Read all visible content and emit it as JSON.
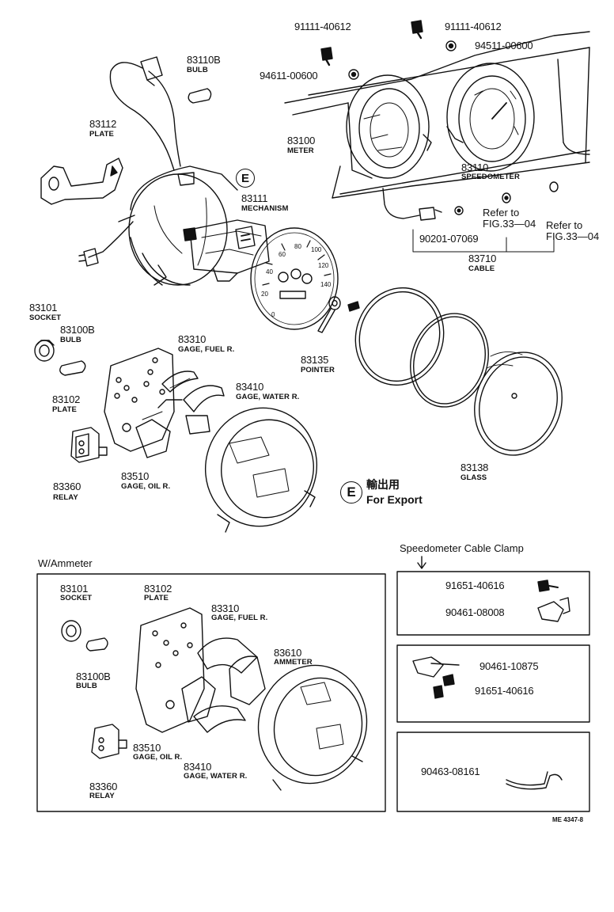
{
  "top": {
    "bolt1": "91111-40612",
    "bolt2": "91111-40612",
    "washer1": "94611-00600",
    "washer2": "94511-00600",
    "bulb_top": {
      "pn": "83110B",
      "name": "BULB"
    },
    "plate_top": {
      "pn": "83112",
      "name": "PLATE"
    },
    "mechanism": {
      "pn": "83111",
      "name": "MECHANISM"
    },
    "meter": {
      "pn": "83100",
      "name": "METER"
    },
    "speedometer": {
      "pn": "83110",
      "name": "SPEEDOMETER"
    },
    "refer1": [
      "Refer to",
      "FIG.33—04"
    ],
    "refer2": [
      "Refer to",
      "FIG.33—04"
    ],
    "cable_part": "90201-07069",
    "cable": {
      "pn": "83710",
      "name": "CABLE"
    },
    "socket": {
      "pn": "83101",
      "name": "SOCKET"
    },
    "bulb": {
      "pn": "83100B",
      "name": "BULB"
    },
    "plate": {
      "pn": "83102",
      "name": "PLATE"
    },
    "gage_fuel": {
      "pn": "83310",
      "name": "GAGE, FUEL R."
    },
    "gage_water": {
      "pn": "83410",
      "name": "GAGE, WATER R."
    },
    "relay": {
      "pn": "83360",
      "name": "RELAY"
    },
    "gage_oil": {
      "pn": "83510",
      "name": "GAGE, OIL R."
    },
    "pointer": {
      "pn": "83135",
      "name": "POINTER"
    },
    "glass": {
      "pn": "83138",
      "name": "GLASS"
    },
    "export_mark": "E",
    "export_jp": "輸出用",
    "export_en": "For Export"
  },
  "ammeter_box": {
    "title": "W/Ammeter",
    "socket": {
      "pn": "83101",
      "name": "SOCKET"
    },
    "plate": {
      "pn": "83102",
      "name": "PLATE"
    },
    "gage_fuel": {
      "pn": "83310",
      "name": "GAGE, FUEL R."
    },
    "ammeter": {
      "pn": "83610",
      "name": "AMMETER"
    },
    "bulb": {
      "pn": "83100B",
      "name": "BULB"
    },
    "gage_oil": {
      "pn": "83510",
      "name": "GAGE, OIL R."
    },
    "gage_water": {
      "pn": "83410",
      "name": "GAGE, WATER R."
    },
    "relay": {
      "pn": "83360",
      "name": "RELAY"
    }
  },
  "clamp": {
    "title": "Speedometer Cable Clamp",
    "box1": [
      "91651-40616",
      "90461-08008"
    ],
    "box2": [
      "90461-10875",
      "91651-40616"
    ],
    "box3": [
      "90463-08161"
    ]
  },
  "dial_numbers": [
    "0",
    "20",
    "40",
    "60",
    "80",
    "100",
    "120",
    "140"
  ],
  "figure_code": "ME 4347-8"
}
